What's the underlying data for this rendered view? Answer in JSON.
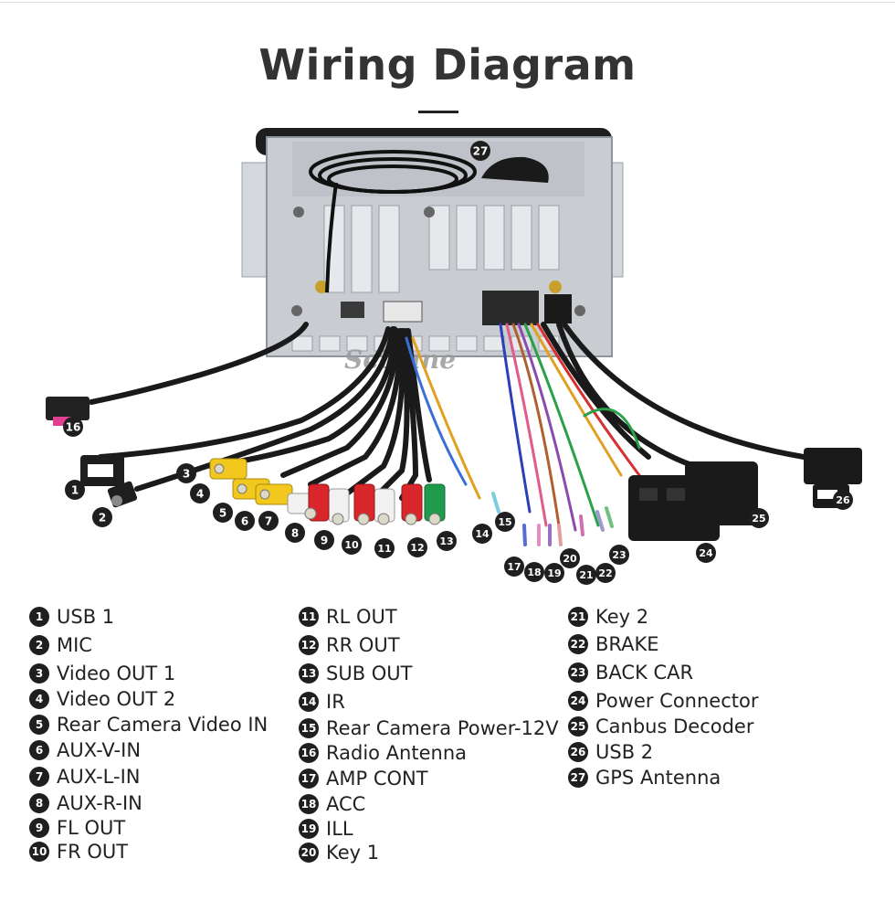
{
  "title": "Wiring Diagram",
  "watermark": "Seicane",
  "legend": [
    {
      "num": "1",
      "label": "USB 1"
    },
    {
      "num": "2",
      "label": "MIC"
    },
    {
      "num": "3",
      "label": "Video OUT 1"
    },
    {
      "num": "4",
      "label": "Video OUT 2"
    },
    {
      "num": "5",
      "label": "Rear Camera Video IN"
    },
    {
      "num": "6",
      "label": "AUX-V-IN"
    },
    {
      "num": "7",
      "label": "AUX-L-IN"
    },
    {
      "num": "8",
      "label": "AUX-R-IN"
    },
    {
      "num": "9",
      "label": "FL OUT"
    },
    {
      "num": "10",
      "label": "FR OUT"
    },
    {
      "num": "11",
      "label": "RL OUT"
    },
    {
      "num": "12",
      "label": "RR OUT"
    },
    {
      "num": "13",
      "label": "SUB OUT"
    },
    {
      "num": "14",
      "label": "IR"
    },
    {
      "num": "15",
      "label": "Rear Camera Power-12V"
    },
    {
      "num": "16",
      "label": "Radio Antenna"
    },
    {
      "num": "17",
      "label": "AMP CONT"
    },
    {
      "num": "18",
      "label": "ACC"
    },
    {
      "num": "19",
      "label": "ILL"
    },
    {
      "num": "20",
      "label": "Key 1"
    },
    {
      "num": "21",
      "label": "Key 2"
    },
    {
      "num": "22",
      "label": "BRAKE"
    },
    {
      "num": "23",
      "label": "BACK CAR"
    },
    {
      "num": "24",
      "label": "Power Connector"
    },
    {
      "num": "25",
      "label": "Canbus Decoder"
    },
    {
      "num": "26",
      "label": "USB 2"
    },
    {
      "num": "27",
      "label": "GPS Antenna"
    }
  ],
  "colors": {
    "unit_body": "#c9ccd1",
    "unit_frame": "#1e1e1e",
    "rca_yellow": "#f2c81e",
    "rca_red": "#d8262b",
    "rca_white": "#f1f1f1",
    "rca_green": "#1f9a4a",
    "cable_black": "#1a1a1a",
    "callout": "#1f1f1f"
  }
}
